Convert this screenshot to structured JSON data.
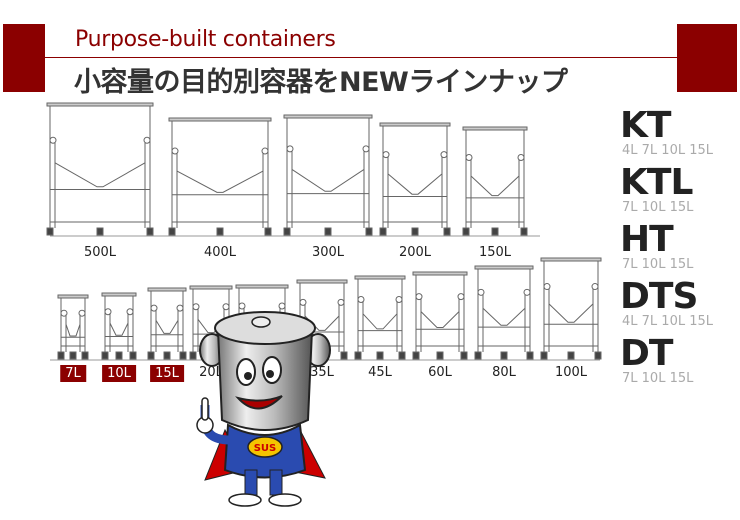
{
  "header": {
    "subtitle": "Purpose-built containers",
    "title": "小容量の目的別容器をNEWラインナップ",
    "accent": "#8b0000"
  },
  "large_containers": [
    {
      "label": "500L"
    },
    {
      "label": "400L"
    },
    {
      "label": "300L"
    },
    {
      "label": "200L"
    },
    {
      "label": "150L"
    }
  ],
  "small_containers": [
    {
      "label": "7L",
      "highlighted": true
    },
    {
      "label": "10L",
      "highlighted": true
    },
    {
      "label": "15L",
      "highlighted": true
    },
    {
      "label": "20L",
      "highlighted": false
    },
    {
      "label": "",
      "highlighted": false
    },
    {
      "label": "35L",
      "highlighted": false
    },
    {
      "label": "45L",
      "highlighted": false
    },
    {
      "label": "60L",
      "highlighted": false
    },
    {
      "label": "80L",
      "highlighted": false
    },
    {
      "label": "100L",
      "highlighted": false
    }
  ],
  "series": [
    {
      "name": "KT",
      "sizes": "4L 7L 10L 15L"
    },
    {
      "name": "KTL",
      "sizes": "7L 10L 15L"
    },
    {
      "name": "HT",
      "sizes": "7L 10L 15L"
    },
    {
      "name": "DTS",
      "sizes": "4L 7L 10L 15L"
    },
    {
      "name": "DT",
      "sizes": "7L 10L 15L"
    }
  ],
  "mascot": {
    "badge": "SUS"
  }
}
